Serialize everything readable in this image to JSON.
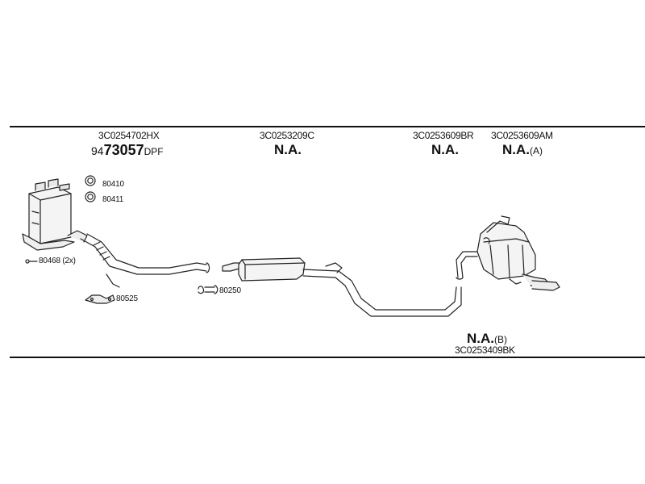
{
  "columns": [
    {
      "ref": "3C0254702HX",
      "number_prefix": "94",
      "number_main": "73057",
      "number_suffix": "DPF"
    },
    {
      "ref": "3C0253209C",
      "status": "N.A."
    },
    {
      "ref": "3C0253609BR",
      "status": "N.A."
    },
    {
      "ref": "3C0253609AM",
      "status": "N.A.",
      "variant": "(A)"
    }
  ],
  "bottom": {
    "status": "N.A.",
    "variant": "(B)",
    "ref": "3C0253409BK"
  },
  "parts": [
    {
      "code": "80410"
    },
    {
      "code": "80411"
    },
    {
      "code": "80468 (2x)"
    },
    {
      "code": "80525"
    },
    {
      "code": "80250"
    }
  ]
}
